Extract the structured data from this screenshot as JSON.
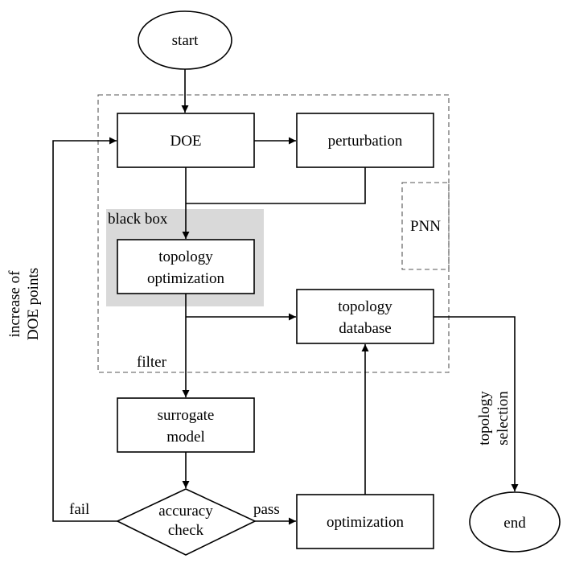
{
  "nodes": {
    "start": "start",
    "doe": "DOE",
    "perturbation": "perturbation",
    "black_box": "black box",
    "topopt_line1": "topology",
    "topopt_line2": "optimization",
    "pnn": "PNN",
    "topodb_line1": "topology",
    "topodb_line2": "database",
    "filter": "filter",
    "surrogate_line1": "surrogate",
    "surrogate_line2": "model",
    "accuracy_line1": "accuracy",
    "accuracy_line2": "check",
    "fail": "fail",
    "pass": "pass",
    "optimization": "optimization",
    "end": "end",
    "left_line1": "increase of",
    "left_line2": "DOE points",
    "right_line1": "topology",
    "right_line2": "selection"
  },
  "colors": {
    "black_box_fill": "#d9d9d9",
    "stroke": "#000000",
    "dashed": "#555555"
  }
}
